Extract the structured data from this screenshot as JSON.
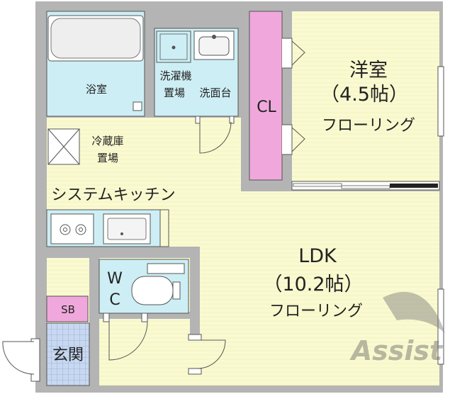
{
  "rooms": {
    "bath": "浴室",
    "washer_line1": "洗濯機",
    "washer_line2": "置場",
    "washbasin": "洗面台",
    "closet": "CL",
    "western_title": "洋室",
    "western_size": "（4.5帖）",
    "western_floor": "フローリング",
    "fridge_line1": "冷蔵庫",
    "fridge_line2": "置場",
    "kitchen": "システムキッチン",
    "ldk_title": "LDK",
    "ldk_size": "（10.2帖）",
    "ldk_floor": "フローリング",
    "wc_w": "W",
    "wc_c": "C",
    "shoebox": "SB",
    "entrance": "玄関"
  },
  "watermark": "Assist",
  "colors": {
    "wall": "#b4b4b4",
    "floor": "#fafad2",
    "wet_area": "#cdeef4",
    "closet": "#f0a8dc",
    "shoebox": "#f0a8dc",
    "entrance_tile": "#c8d8f0",
    "line": "#555555"
  }
}
